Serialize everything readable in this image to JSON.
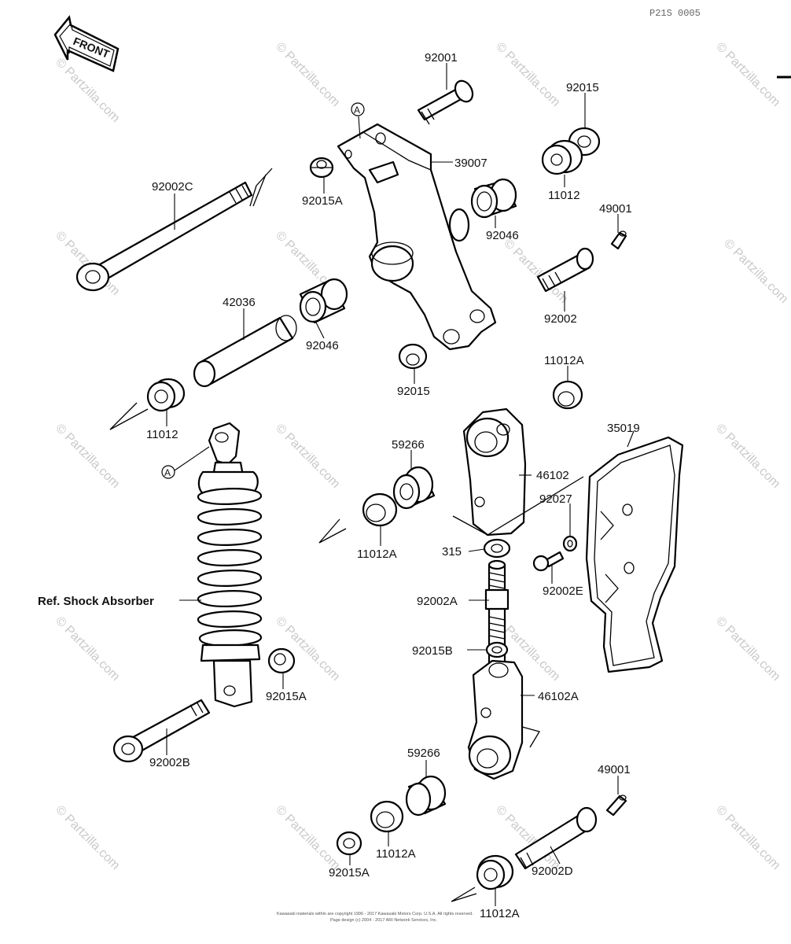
{
  "header": {
    "page_code": "P21S  0005"
  },
  "front_badge": {
    "text": "FRONT"
  },
  "watermark": {
    "text": "© Partzilla.com"
  },
  "copyright": {
    "line1": "Kawasaki materials within are copyright 1996 - 2017 Kawasaki Motors Corp. U.S.A. All rights reserved.",
    "line2": "Page design (c) 2004 - 2017 ARI Network Services, Inc."
  },
  "callouts": {
    "a": "A"
  },
  "parts": {
    "p92001": "92001",
    "p92015_top": "92015",
    "p39007": "39007",
    "p92015A_top": "92015A",
    "p11012_top": "11012",
    "p49001_top": "49001",
    "p92002C": "92002C",
    "p92046_right": "92046",
    "p42036": "42036",
    "p92046_left": "92046",
    "p92002": "92002",
    "p92015_mid": "92015",
    "p11012A_top": "11012A",
    "p11012_left": "11012",
    "p35019": "35019",
    "p59266_top": "59266",
    "p46102": "46102",
    "p92027": "92027",
    "p11012A_mid": "11012A",
    "p315": "315",
    "p92002E": "92002E",
    "ref_shock": "Ref. Shock Absorber",
    "p92002A": "92002A",
    "p92015B": "92015B",
    "p92015A_mid": "92015A",
    "p46102A": "46102A",
    "p92002B": "92002B",
    "p59266_bot": "59266",
    "p49001_bot": "49001",
    "p11012A_bot": "11012A",
    "p92002D": "92002D",
    "p92015A_bot": "92015A",
    "p11012A_bottom": "11012A"
  }
}
